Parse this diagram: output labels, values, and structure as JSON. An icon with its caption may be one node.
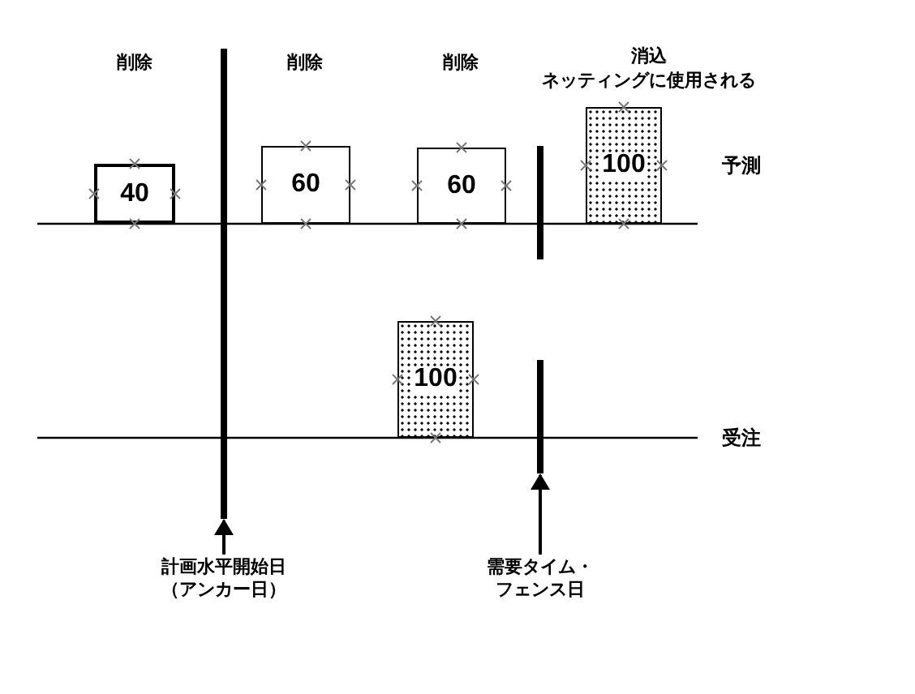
{
  "diagram": {
    "nodes": [
      {
        "text": [
          "40"
        ]
      },
      {
        "text": [
          "60"
        ]
      },
      {
        "text": [
          "60"
        ]
      },
      {
        "text": [
          "100"
        ]
      },
      {
        "text": [
          "100"
        ]
      },
      {
        "text": [],
        "shape": "bar"
      },
      {
        "text": [],
        "shape": "bar"
      },
      {
        "text": [],
        "shape": "bar"
      },
      {
        "text": [
          "計画水平開始日（アンカー日）"
        ]
      },
      {
        "text": [
          "需要タイム・フェンス日"
        ]
      }
    ],
    "edges": [
      {
        "from": 8,
        "to": 5,
        "arrow": "to"
      },
      {
        "from": 9,
        "to": 7,
        "arrow": "to"
      }
    ],
    "labels": [
      "削除",
      "削除",
      "削除",
      "消込",
      "ネッティングに使用される",
      "予測",
      "受注"
    ]
  }
}
